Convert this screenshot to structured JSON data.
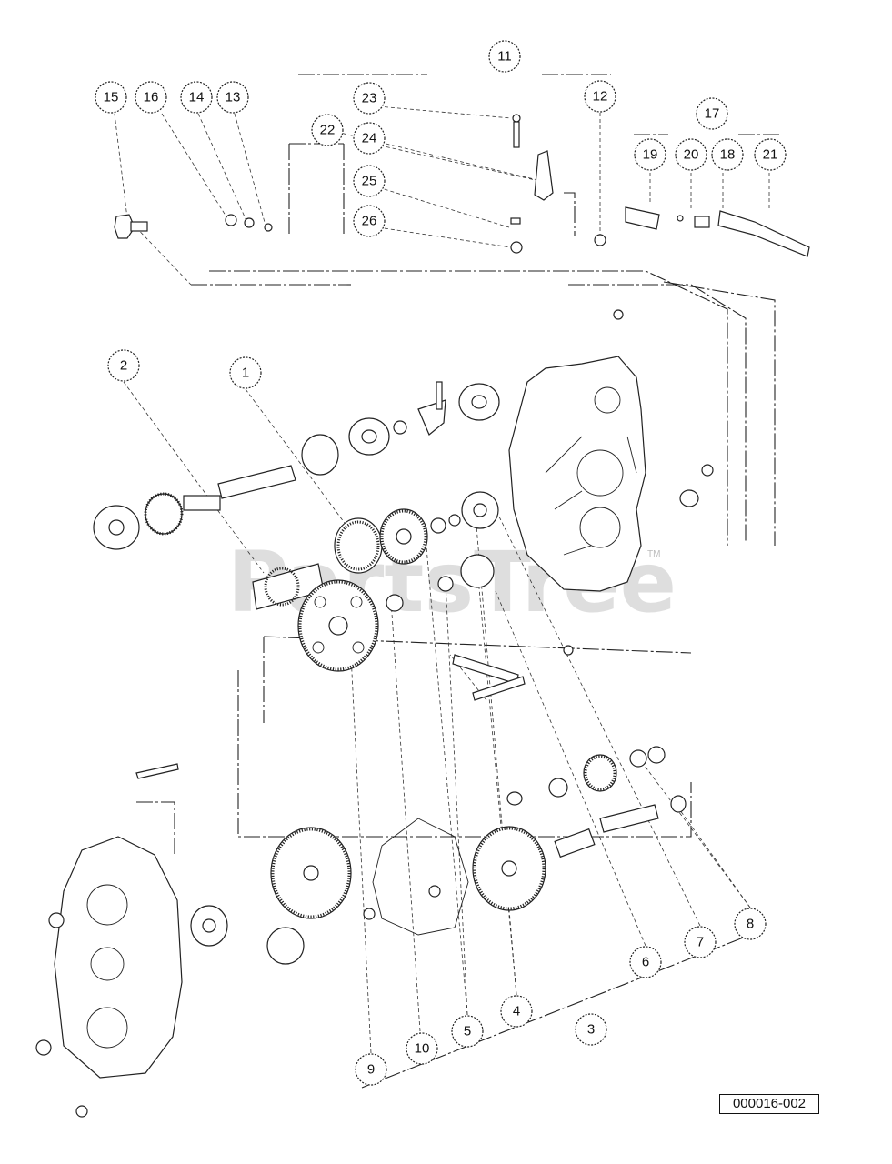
{
  "watermark": {
    "text": "PartsTree",
    "trademark": "TM"
  },
  "reference_code": "000016-002",
  "callouts": [
    "1",
    "2",
    "3",
    "4",
    "5",
    "6",
    "7",
    "8",
    "9",
    "10",
    "11",
    "12",
    "13",
    "14",
    "15",
    "16",
    "17",
    "18",
    "19",
    "20",
    "21",
    "22",
    "23",
    "24",
    "25",
    "26"
  ]
}
